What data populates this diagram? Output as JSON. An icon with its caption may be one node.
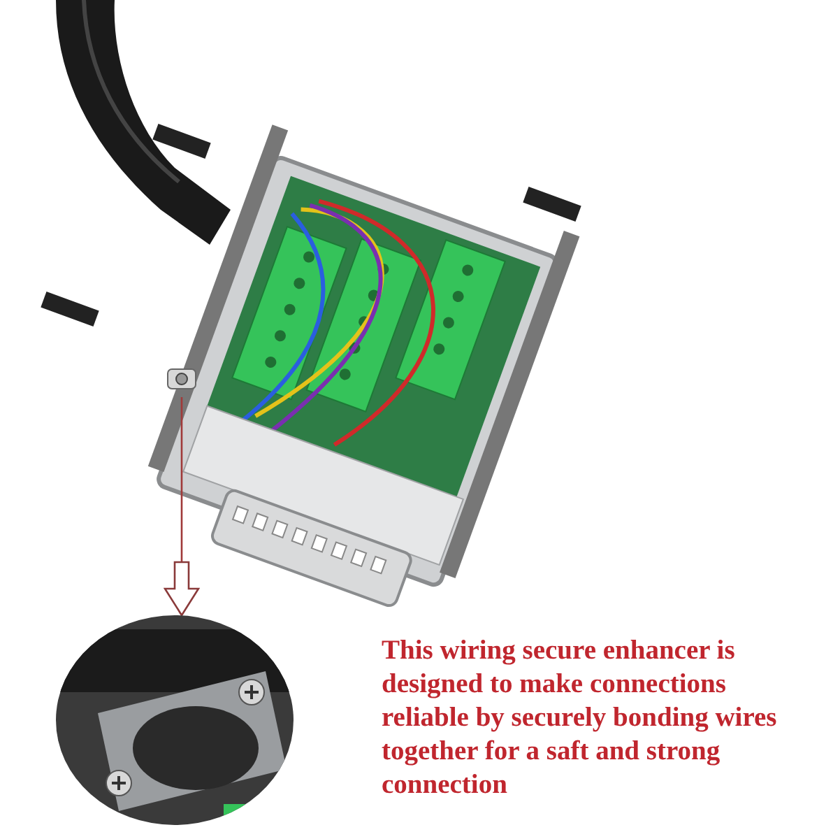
{
  "diagram": {
    "nodes": [
      {
        "text": [],
        "shape": "picture"
      },
      {
        "text": [],
        "shape": "picture"
      }
    ],
    "edges": [
      {
        "from": 0,
        "to": 1,
        "arrow": "to"
      }
    ],
    "labels": [
      "This wiring secure enhancer is designed to make connections reliable by securely bonding wires together for a saft and strong connection"
    ]
  }
}
